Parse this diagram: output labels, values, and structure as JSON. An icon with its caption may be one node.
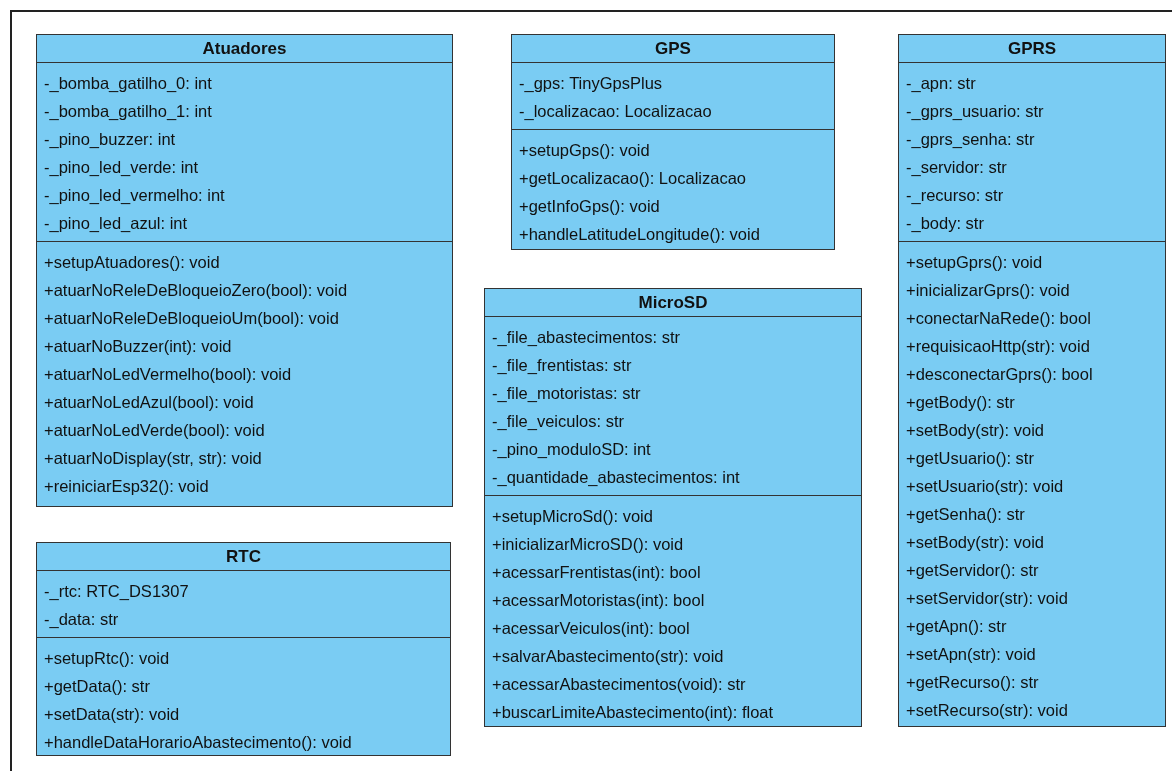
{
  "diagram": {
    "nodes": [
      {
        "text": [
          "Atuadores"
        ]
      },
      {
        "text": [
          "-_bomba_gatilho_0: int",
          "-_bomba_gatilho_1: int",
          "-_pino_buzzer: int",
          "-_pino_led_verde: int",
          "-_pino_led_vermelho: int",
          "-_pino_led_azul: int"
        ],
        "in": 0
      },
      {
        "text": [
          "+setupAtuadores(): void",
          "+atuarNoReleDeBloqueioZero(bool): void",
          "+atuarNoReleDeBloqueioUm(bool): void",
          "+atuarNoBuzzer(int): void",
          "+atuarNoLedVermelho(bool): void",
          "+atuarNoLedAzul(bool): void",
          "+atuarNoLedVerde(bool): void",
          "+atuarNoDisplay(str, str): void",
          "+reiniciarEsp32(): void"
        ],
        "in": 0
      },
      {
        "text": [
          "GPS"
        ]
      },
      {
        "text": [
          "-_gps: TinyGpsPlus",
          "-_localizacao: Localizacao"
        ],
        "in": 3
      },
      {
        "text": [
          "+setupGps(): void",
          "+getLocalizacao(): Localizacao",
          "+getInfoGps(): void",
          "+handleLatitudeLongitude(): void"
        ],
        "in": 3
      },
      {
        "text": [
          "GPRS"
        ]
      },
      {
        "text": [
          "-_apn: str",
          "-_gprs_usuario: str",
          "-_gprs_senha: str",
          "-_servidor: str",
          "-_recurso: str",
          "-_body: str"
        ],
        "in": 6
      },
      {
        "text": [
          "+setupGprs(): void",
          "+inicializarGprs(): void",
          "+conectarNaRede(): bool",
          "+requisicaoHttp(str): void",
          "+desconectarGprs(): bool",
          "+getBody(): str",
          "+setBody(str): void",
          "+getUsuario(): str",
          "+setUsuario(str): void",
          "+getSenha(): str",
          "+setBody(str): void",
          "+getServidor(): str",
          "+setServidor(str): void",
          "+getApn(): str",
          "+setApn(str): void",
          "+getRecurso(): str",
          "+setRecurso(str): void"
        ],
        "in": 6
      },
      {
        "text": [
          "MicroSD"
        ]
      },
      {
        "text": [
          "-_file_abastecimentos: str",
          "-_file_frentistas: str",
          "-_file_motoristas: str",
          "-_file_veiculos: str",
          "-_pino_moduloSD: int",
          "-_quantidade_abastecimentos: int"
        ],
        "in": 9
      },
      {
        "text": [
          "+setupMicroSd(): void",
          "+inicializarMicroSD(): void",
          "+acessarFrentistas(int): bool",
          "+acessarMotoristas(int): bool",
          "+acessarVeiculos(int): bool",
          "+salvarAbastecimento(str): void",
          "+acessarAbastecimentos(void): str",
          "+buscarLimiteAbastecimento(int): float"
        ],
        "in": 9
      },
      {
        "text": [
          "RTC"
        ]
      },
      {
        "text": [
          "-_rtc: RTC_DS1307",
          "-_data: str"
        ],
        "in": 12
      },
      {
        "text": [
          "+setupRtc(): void",
          "+getData(): str",
          "+setData(str): void",
          "+handleDataHorarioAbastecimento(): void"
        ],
        "in": 12
      }
    ]
  }
}
